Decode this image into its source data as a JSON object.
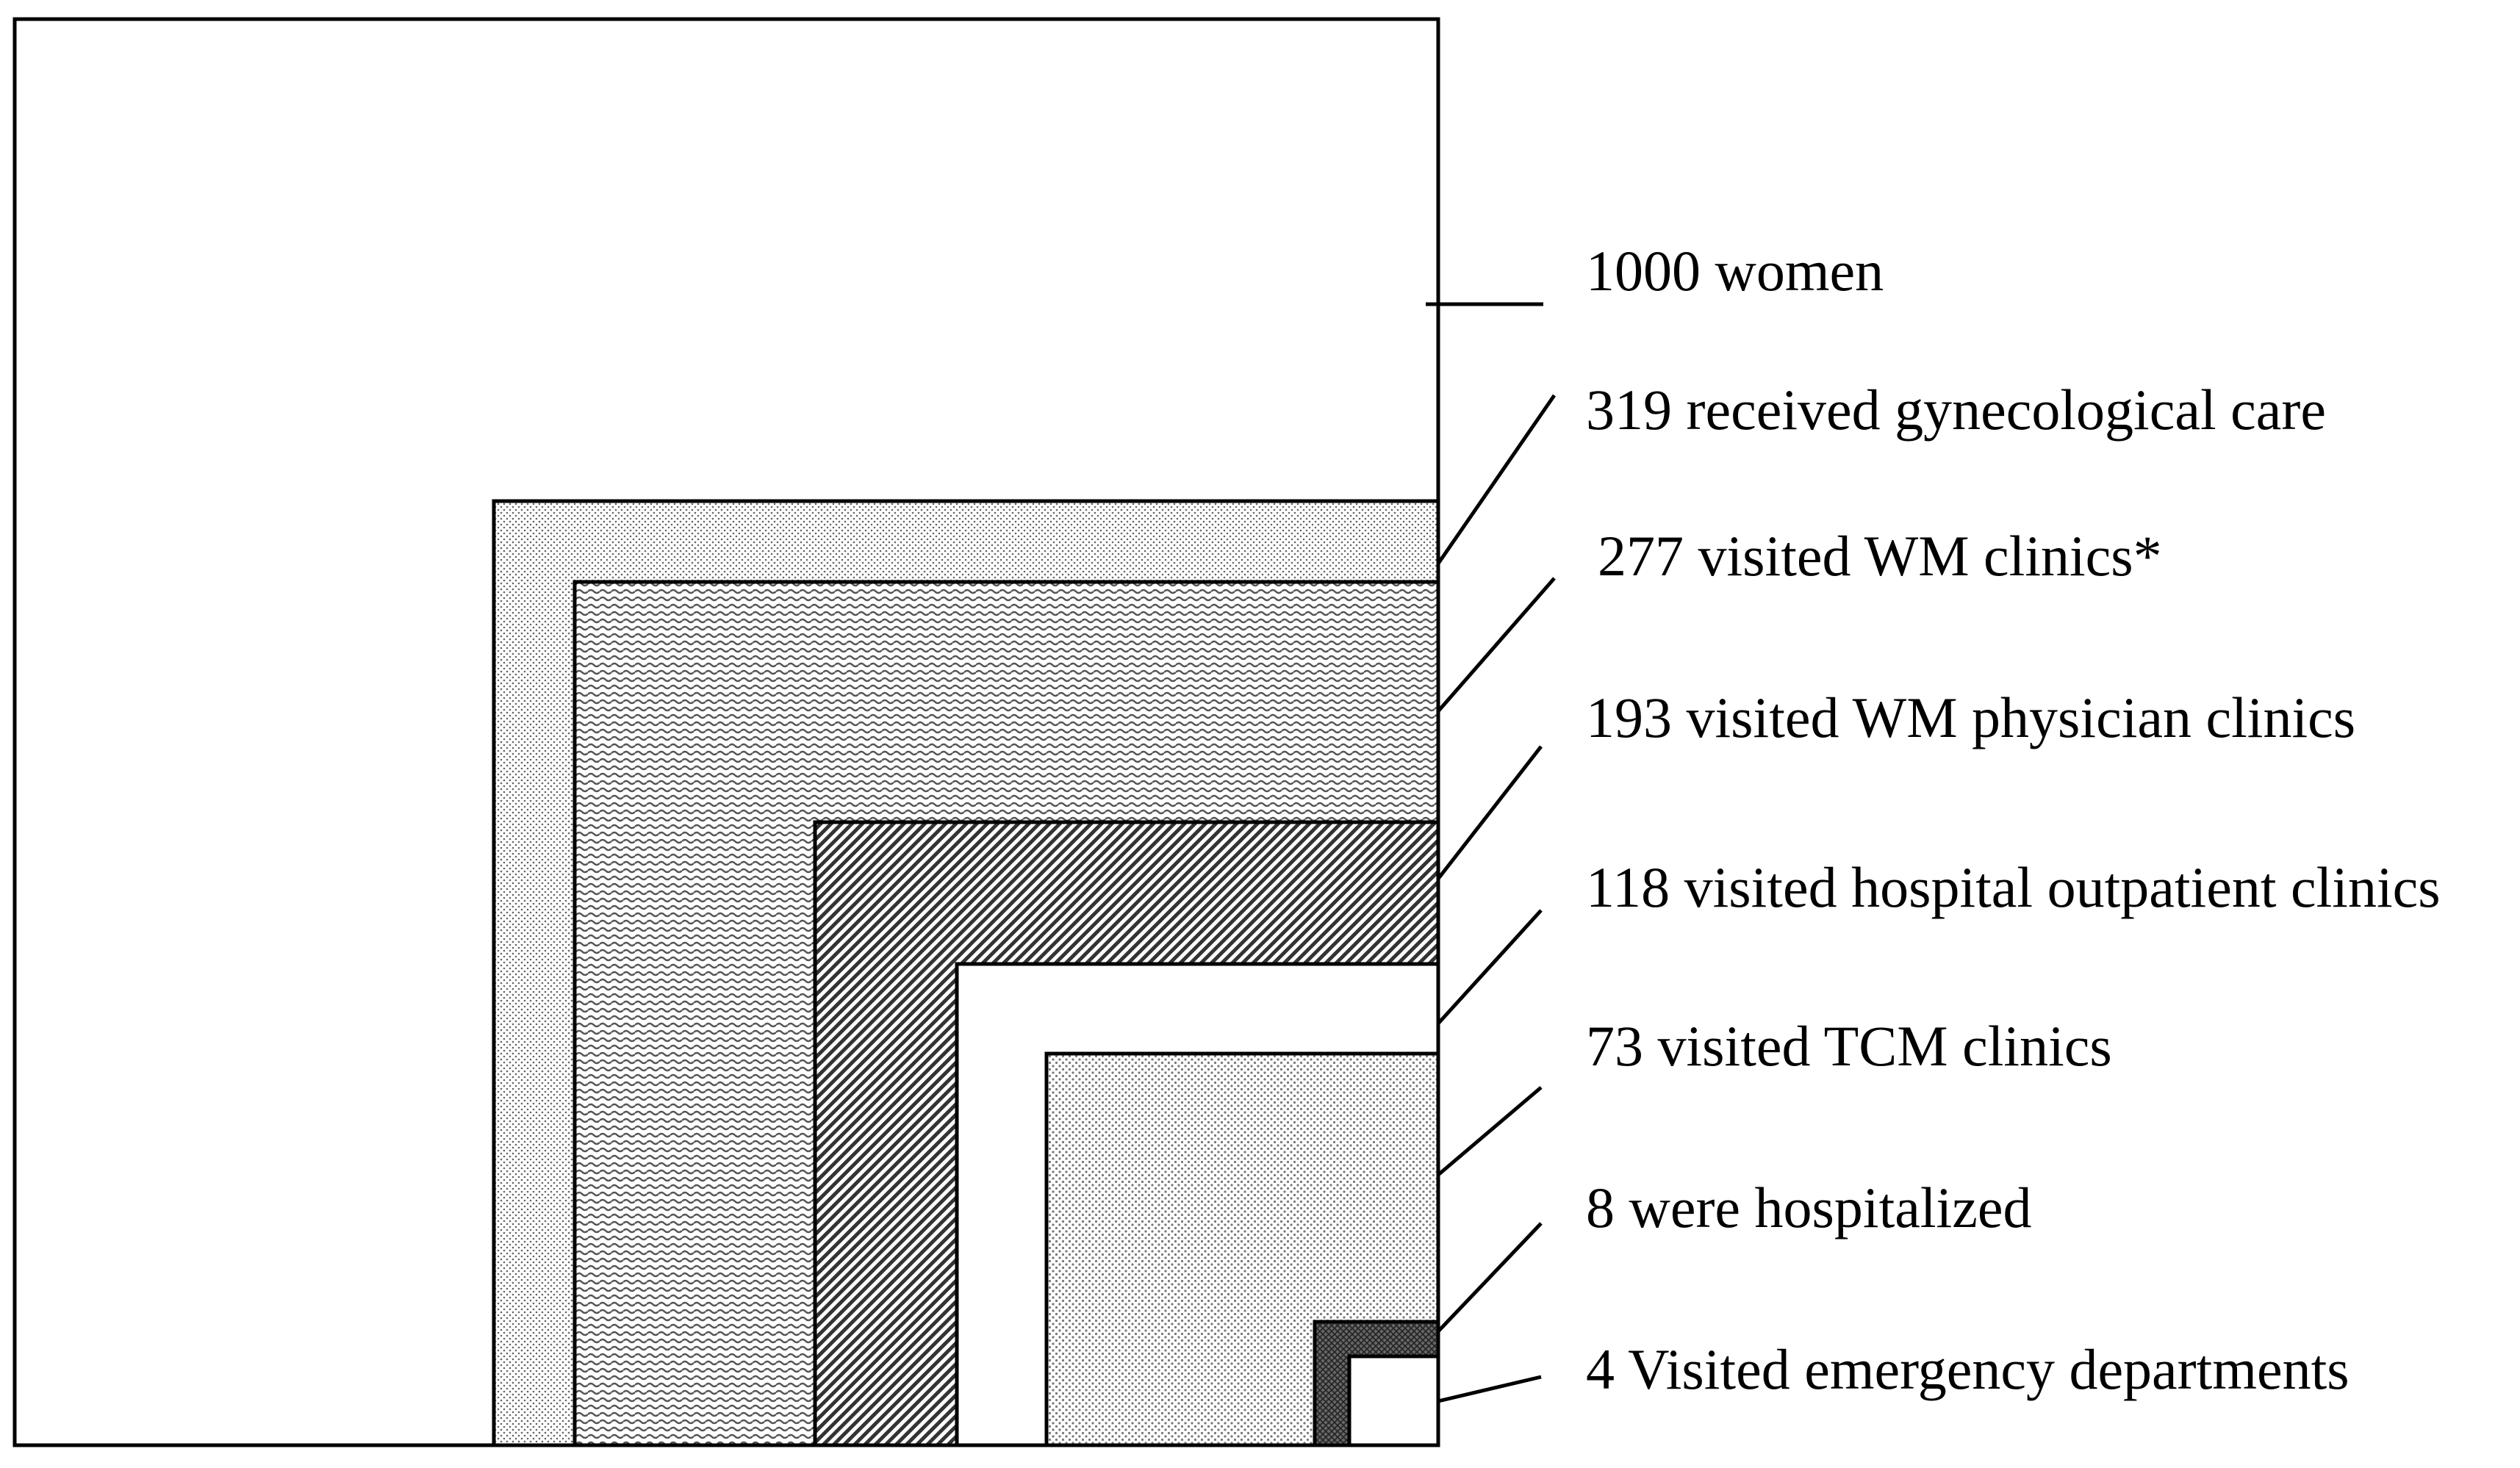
{
  "diagram": {
    "levels": [
      {
        "label": "1000 women",
        "value": 1000,
        "pattern": "none"
      },
      {
        "label": "319 received gynecological care",
        "value": 319,
        "pattern": "fine-dots"
      },
      {
        "label": "277 visited WM clinics*",
        "value": 277,
        "pattern": "wavy"
      },
      {
        "label": "193 visited WM physician clinics",
        "value": 193,
        "pattern": "diagonal-hatch"
      },
      {
        "label": "118 visited hospital outpatient clinics",
        "value": 118,
        "pattern": "none"
      },
      {
        "label": "73 visited TCM clinics",
        "value": 73,
        "pattern": "dots"
      },
      {
        "label": "8 were hospitalized",
        "value": 8,
        "pattern": "crosshatch"
      },
      {
        "label": "4 Visited emergency departments",
        "value": 4,
        "pattern": "none"
      }
    ]
  }
}
